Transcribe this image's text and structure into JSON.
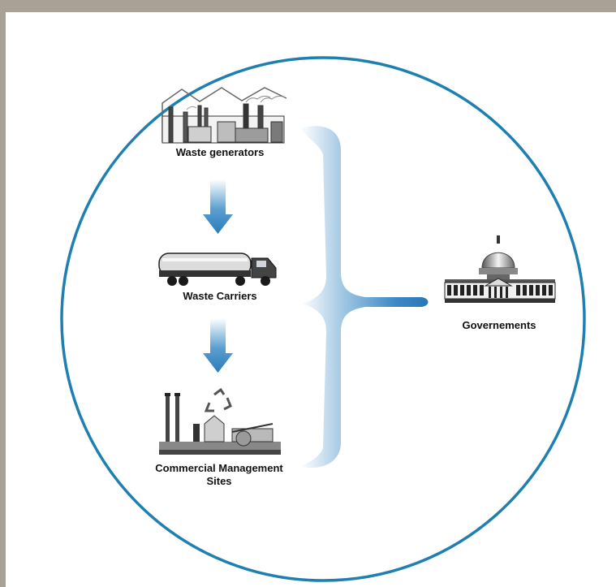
{
  "diagram": {
    "nodes": [
      {
        "id": "generators",
        "label": "Waste generators",
        "icon": "factory-icon"
      },
      {
        "id": "carriers",
        "label": "Waste Carriers",
        "icon": "truck-icon"
      },
      {
        "id": "sites",
        "label": "Commercial Management Sites",
        "icon": "recycling-plant-icon"
      },
      {
        "id": "governments",
        "label": "Governements",
        "icon": "capitol-building-icon"
      }
    ],
    "colors": {
      "frame": "#a9a196",
      "circle": "#1e7fb0",
      "arrow": "#2f84bf",
      "bracket": "#2d7db9"
    }
  }
}
